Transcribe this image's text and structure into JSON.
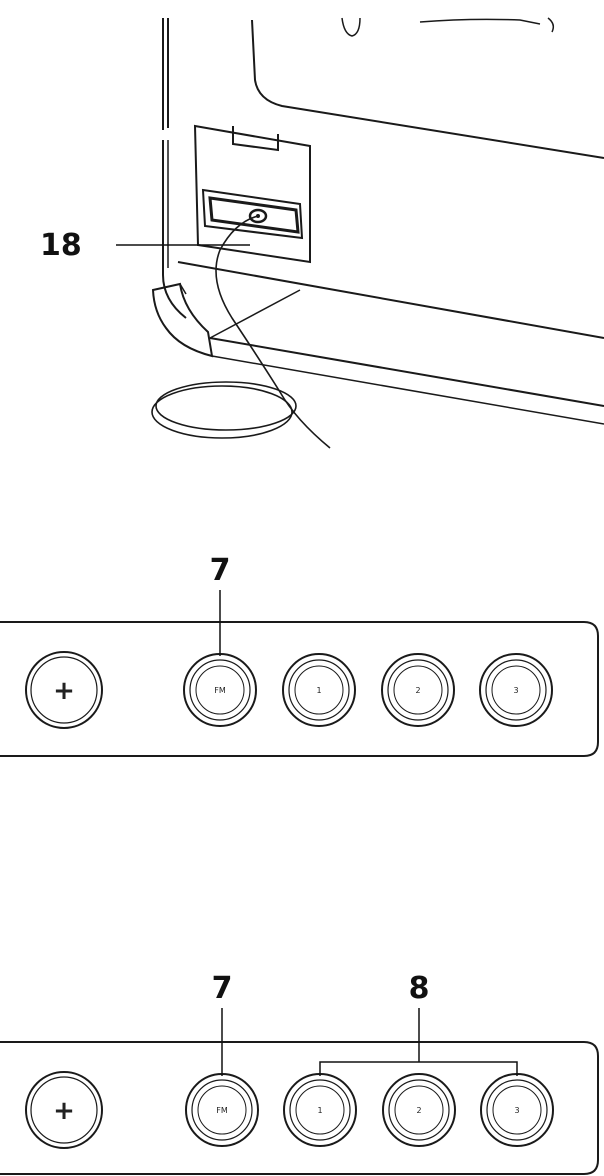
{
  "callouts": {
    "antenna": "18",
    "fm_button_top": "7",
    "fm_button_bottom": "7",
    "preset_group": "8"
  },
  "panel_top": {
    "plus_label": "+",
    "buttons": [
      {
        "label": "FM"
      },
      {
        "label": "1"
      },
      {
        "label": "2"
      },
      {
        "label": "3"
      }
    ]
  },
  "panel_bottom": {
    "plus_label": "+",
    "buttons": [
      {
        "label": "FM"
      },
      {
        "label": "1"
      },
      {
        "label": "2"
      },
      {
        "label": "3"
      }
    ]
  }
}
